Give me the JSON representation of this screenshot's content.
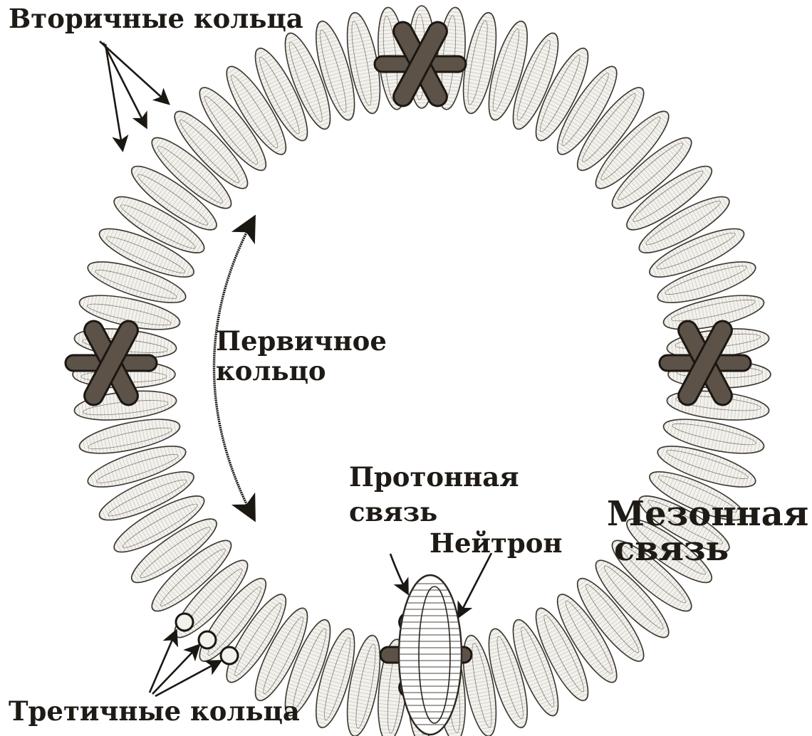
{
  "labels": {
    "secondary_rings": "Вторичные кольца",
    "primary_ring_line1": "Первичное",
    "primary_ring_line2": "кольцо",
    "proton_bond_line1": "Протонная",
    "proton_bond_line2": "связь",
    "neutron": "Нейтрон",
    "meson_bond_line1": "Мезонная",
    "meson_bond_line2": "связь",
    "tertiary_rings": "Третичные кольца"
  },
  "diagram": {
    "secondary_ring_count": 64,
    "cross_markers": [
      "top",
      "left",
      "right",
      "bottom"
    ]
  },
  "colors": {
    "ring_fill": "#f3f1ec",
    "ring_stroke": "#3a352f",
    "cross_fill": "#5c5247",
    "cross_stroke": "#1b1713",
    "text": "#1e1a16"
  }
}
